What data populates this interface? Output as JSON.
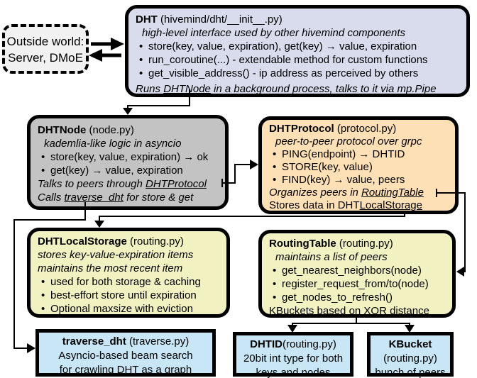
{
  "glyphs": {
    "bullet": "•"
  },
  "colors": {
    "dht_bg": "#d8dcec",
    "node_bg": "#c3c3c3",
    "protocol_bg": "#fee0b6",
    "storage_bg": "#f1f1c2",
    "routing_bg": "#f1f1c2",
    "blue_bg": "#c8e6f5",
    "outside_bg": "#f1f1f1",
    "line": "#000000"
  },
  "boxes": {
    "outside": {
      "line1": "Outside world:",
      "line2": "Server, DMoE"
    },
    "dht": {
      "name": "DHT",
      "file": " (hivemind/dht/__init__.py)",
      "tagline": "high-level interface used by other hivemind components",
      "bullet1": "store(key, value, expiration), get(key) → value, expiration",
      "bullet2": "run_coroutine(...) - extendable method for custom functions",
      "bullet3": "get_visible_address() - ip address as perceived by others",
      "footer_pre": "Runs ",
      "footer_ref": "DHTNode",
      "footer_post": " in a background process, talks to it via mp.Pipe"
    },
    "dhtnode": {
      "name": "DHTNode",
      "file": " (node.py)",
      "tagline": "kademlia-like logic in asyncio",
      "bullet1": "store(key, value, expiration) → ok",
      "bullet2": "get(key) → value, expiration",
      "note1_pre": "Talks to peers through ",
      "note1_ref": "DHTProtocol",
      "note2_pre": "Calls ",
      "note2_ref": "traverse_dht",
      "note2_post": " for store & get"
    },
    "dhtprotocol": {
      "name": "DHTProtocol",
      "file": " (protocol.py)",
      "tagline": "peer-to-peer protocol over grpc",
      "bullet1": "PING(endpoint) → DHTID",
      "bullet2": "STORE(key, value)",
      "bullet3": "FIND(key) → value, peers",
      "note1_pre": "Organizes peers in ",
      "note1_ref": "RoutingTable",
      "note2_pre": "Stores data in DHT",
      "note2_ref": "LocalStorage"
    },
    "dhtlocalstorage": {
      "name": "DHTLocalStorage",
      "file": " (routing.py)",
      "tagline1": "stores key-value-expiration items",
      "tagline2": "maintains the most recent item",
      "bullet1": "used for both storage & caching",
      "bullet2": "best-effort store until expiration",
      "bullet3": "Optional maxsize with eviction"
    },
    "routingtable": {
      "name": "RoutingTable",
      "file": " (routing.py)",
      "tagline": "maintains a list of peers",
      "bullet1": "get_nearest_neighbors(node)",
      "bullet2": "register_request_from/to(node)",
      "bullet3": "get_nodes_to_refresh()",
      "footer": "KBuckets based on XOR distance"
    },
    "traverse": {
      "name": "traverse_dht",
      "file": " (traverse.py)",
      "line2": "Asyncio-based beam search",
      "line3": "for crawling DHT as a graph"
    },
    "dhtid": {
      "name": "DHTID",
      "file": "(routing.py)",
      "line2": "20bit int type for both",
      "line3": "keys and nodes"
    },
    "kbucket": {
      "name": "KBucket",
      "file": "(routing.py)",
      "line3": "bunch of peers"
    }
  }
}
